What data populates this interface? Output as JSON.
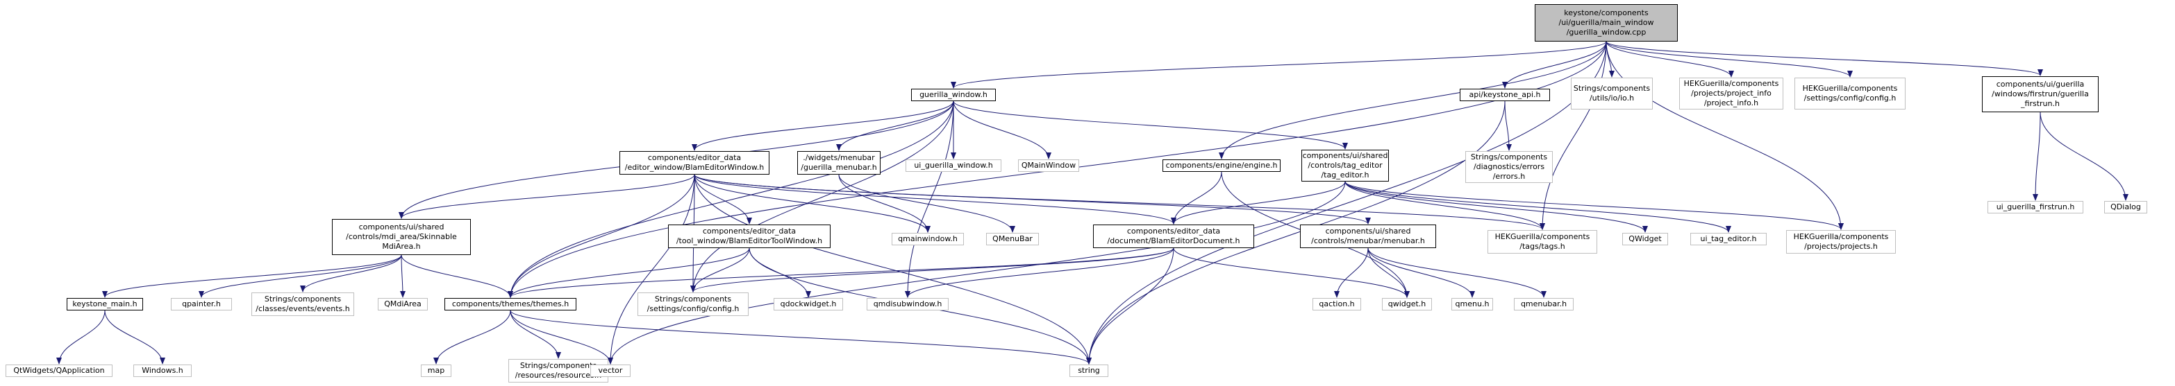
{
  "diagram": {
    "nodes": [
      {
        "id": "root",
        "kind": "root",
        "lines": [
          "keystone/components",
          "/ui/guerilla/main_window",
          "/guerilla_window.cpp"
        ]
      },
      {
        "id": "guerilla_window_h",
        "kind": "local",
        "lines": [
          "guerilla_window.h"
        ]
      },
      {
        "id": "keystone_api_h",
        "kind": "local",
        "lines": [
          "api/keystone_api.h"
        ]
      },
      {
        "id": "iolo_h",
        "kind": "system",
        "lines": [
          "Strings/components",
          "/utils/io/io.h"
        ]
      },
      {
        "id": "project_info_h",
        "kind": "system",
        "lines": [
          "HEKGuerilla/components",
          "/projects/project_info",
          "/project_info.h"
        ]
      },
      {
        "id": "settings_config_h",
        "kind": "system",
        "lines": [
          "HEKGuerilla/components",
          "/settings/config/config.h"
        ]
      },
      {
        "id": "guerilla_firstrun_h",
        "kind": "local",
        "lines": [
          "components/ui/guerilla",
          "/windows/firstrun/guerilla",
          "_firstrun.h"
        ]
      },
      {
        "id": "errors_h",
        "kind": "system",
        "lines": [
          "Strings/components",
          "/diagnostics/errors",
          "/errors.h"
        ]
      },
      {
        "id": "ui_guerilla_firstrun_h",
        "kind": "system",
        "lines": [
          "ui_guerilla_firstrun.h"
        ]
      },
      {
        "id": "qdialog",
        "kind": "system",
        "lines": [
          "QDialog"
        ]
      },
      {
        "id": "blam_editor_window_h",
        "kind": "local",
        "lines": [
          "components/editor_data",
          "/editor_window/BlamEditorWindow.h"
        ]
      },
      {
        "id": "guerilla_menubar_h",
        "kind": "local",
        "lines": [
          "./widgets/menubar",
          "/guerilla_menubar.h"
        ]
      },
      {
        "id": "ui_guerilla_window_h",
        "kind": "system",
        "lines": [
          "ui_guerilla_window.h"
        ]
      },
      {
        "id": "qmainwindow_cls",
        "kind": "system",
        "lines": [
          "QMainWindow"
        ]
      },
      {
        "id": "engine_h",
        "kind": "local",
        "lines": [
          "components/engine/engine.h"
        ]
      },
      {
        "id": "tag_editor_h",
        "kind": "local",
        "lines": [
          "components/ui/shared",
          "/controls/tag_editor",
          "/tag_editor.h"
        ]
      },
      {
        "id": "skinnable_mdi_area_h",
        "kind": "local",
        "lines": [
          "components/ui/shared",
          "/controls/mdi_area/Skinnable",
          "MdiArea.h"
        ]
      },
      {
        "id": "blam_editor_tool_window_h",
        "kind": "local",
        "lines": [
          "components/editor_data",
          "/tool_window/BlamEditorToolWindow.h"
        ]
      },
      {
        "id": "qmainwindow_h",
        "kind": "system",
        "lines": [
          "qmainwindow.h"
        ]
      },
      {
        "id": "qmenubar_cls",
        "kind": "system",
        "lines": [
          "QMenuBar"
        ]
      },
      {
        "id": "blam_editor_document_h",
        "kind": "local",
        "lines": [
          "components/editor_data",
          "/document/BlamEditorDocument.h"
        ]
      },
      {
        "id": "menubar_h",
        "kind": "local",
        "lines": [
          "components/ui/shared",
          "/controls/menubar/menubar.h"
        ]
      },
      {
        "id": "tags_h",
        "kind": "system",
        "lines": [
          "HEKGuerilla/components",
          "/tags/tags.h"
        ]
      },
      {
        "id": "qwidget_cls",
        "kind": "system",
        "lines": [
          "QWidget"
        ]
      },
      {
        "id": "ui_tag_editor_h",
        "kind": "system",
        "lines": [
          "ui_tag_editor.h"
        ]
      },
      {
        "id": "projects_h",
        "kind": "system",
        "lines": [
          "HEKGuerilla/components",
          "/projects/projects.h"
        ]
      },
      {
        "id": "keystone_main_h",
        "kind": "local",
        "lines": [
          "keystone_main.h"
        ]
      },
      {
        "id": "qpainter_h",
        "kind": "system",
        "lines": [
          "qpainter.h"
        ]
      },
      {
        "id": "events_h",
        "kind": "system",
        "lines": [
          "Strings/components",
          "/classes/events/events.h"
        ]
      },
      {
        "id": "qmdiarea",
        "kind": "system",
        "lines": [
          "QMdiArea"
        ]
      },
      {
        "id": "themes_h",
        "kind": "local",
        "lines": [
          "components/themes/themes.h"
        ]
      },
      {
        "id": "string_config_h",
        "kind": "system",
        "lines": [
          "Strings/components",
          "/settings/config/config.h"
        ]
      },
      {
        "id": "qdockwidget_h",
        "kind": "system",
        "lines": [
          "qdockwidget.h"
        ]
      },
      {
        "id": "qmdisubwindow_h",
        "kind": "system",
        "lines": [
          "qmdisubwindow.h"
        ]
      },
      {
        "id": "qaction_h",
        "kind": "system",
        "lines": [
          "qaction.h"
        ]
      },
      {
        "id": "qwidget_h",
        "kind": "system",
        "lines": [
          "qwidget.h"
        ]
      },
      {
        "id": "qmenu_h",
        "kind": "system",
        "lines": [
          "qmenu.h"
        ]
      },
      {
        "id": "qmenubar_h",
        "kind": "system",
        "lines": [
          "qmenubar.h"
        ]
      },
      {
        "id": "qtwidgets_qapplication",
        "kind": "system",
        "lines": [
          "QtWidgets/QApplication"
        ]
      },
      {
        "id": "windows_h",
        "kind": "system",
        "lines": [
          "Windows.h"
        ]
      },
      {
        "id": "map",
        "kind": "system",
        "lines": [
          "map"
        ]
      },
      {
        "id": "resources_h",
        "kind": "system",
        "lines": [
          "Strings/components",
          "/resources/resources.h"
        ]
      },
      {
        "id": "vector",
        "kind": "system",
        "lines": [
          "vector"
        ]
      },
      {
        "id": "string",
        "kind": "system",
        "lines": [
          "string"
        ]
      }
    ],
    "edges": [
      [
        "root",
        "guerilla_window_h"
      ],
      [
        "root",
        "keystone_api_h"
      ],
      [
        "root",
        "iolo_h"
      ],
      [
        "root",
        "project_info_h"
      ],
      [
        "root",
        "settings_config_h"
      ],
      [
        "root",
        "guerilla_firstrun_h"
      ],
      [
        "root",
        "engine_h"
      ],
      [
        "root",
        "tags_h"
      ],
      [
        "root",
        "projects_h"
      ],
      [
        "root",
        "themes_h"
      ],
      [
        "root",
        "string"
      ],
      [
        "keystone_api_h",
        "errors_h"
      ],
      [
        "keystone_api_h",
        "string"
      ],
      [
        "guerilla_firstrun_h",
        "ui_guerilla_firstrun_h"
      ],
      [
        "guerilla_firstrun_h",
        "qdialog"
      ],
      [
        "guerilla_window_h",
        "blam_editor_window_h"
      ],
      [
        "guerilla_window_h",
        "guerilla_menubar_h"
      ],
      [
        "guerilla_window_h",
        "ui_guerilla_window_h"
      ],
      [
        "guerilla_window_h",
        "qmainwindow_cls"
      ],
      [
        "guerilla_window_h",
        "tag_editor_h"
      ],
      [
        "guerilla_window_h",
        "skinnable_mdi_area_h"
      ],
      [
        "guerilla_window_h",
        "themes_h"
      ],
      [
        "guerilla_window_h",
        "string_config_h"
      ],
      [
        "guerilla_window_h",
        "qmdisubwindow_h"
      ],
      [
        "blam_editor_window_h",
        "skinnable_mdi_area_h"
      ],
      [
        "blam_editor_window_h",
        "blam_editor_tool_window_h"
      ],
      [
        "blam_editor_window_h",
        "qmainwindow_h"
      ],
      [
        "blam_editor_window_h",
        "blam_editor_document_h"
      ],
      [
        "blam_editor_window_h",
        "menubar_h"
      ],
      [
        "blam_editor_window_h",
        "tags_h"
      ],
      [
        "blam_editor_window_h",
        "themes_h"
      ],
      [
        "blam_editor_window_h",
        "string_config_h"
      ],
      [
        "blam_editor_window_h",
        "vector"
      ],
      [
        "blam_editor_window_h",
        "string"
      ],
      [
        "guerilla_menubar_h",
        "qmainwindow_h"
      ],
      [
        "guerilla_menubar_h",
        "qmenubar_cls"
      ],
      [
        "engine_h",
        "blam_editor_document_h"
      ],
      [
        "engine_h",
        "qwidget_h"
      ],
      [
        "tag_editor_h",
        "blam_editor_document_h"
      ],
      [
        "tag_editor_h",
        "tags_h"
      ],
      [
        "tag_editor_h",
        "qwidget_cls"
      ],
      [
        "tag_editor_h",
        "ui_tag_editor_h"
      ],
      [
        "tag_editor_h",
        "projects_h"
      ],
      [
        "tag_editor_h",
        "vector"
      ],
      [
        "skinnable_mdi_area_h",
        "keystone_main_h"
      ],
      [
        "skinnable_mdi_area_h",
        "qpainter_h"
      ],
      [
        "skinnable_mdi_area_h",
        "events_h"
      ],
      [
        "skinnable_mdi_area_h",
        "qmdiarea"
      ],
      [
        "skinnable_mdi_area_h",
        "themes_h"
      ],
      [
        "blam_editor_tool_window_h",
        "themes_h"
      ],
      [
        "blam_editor_tool_window_h",
        "string_config_h"
      ],
      [
        "blam_editor_tool_window_h",
        "qdockwidget_h"
      ],
      [
        "blam_editor_tool_window_h",
        "string"
      ],
      [
        "blam_editor_document_h",
        "themes_h"
      ],
      [
        "blam_editor_document_h",
        "string_config_h"
      ],
      [
        "blam_editor_document_h",
        "qmdisubwindow_h"
      ],
      [
        "blam_editor_document_h",
        "qwidget_h"
      ],
      [
        "blam_editor_document_h",
        "string"
      ],
      [
        "menubar_h",
        "qaction_h"
      ],
      [
        "menubar_h",
        "qwidget_h"
      ],
      [
        "menubar_h",
        "qmenu_h"
      ],
      [
        "menubar_h",
        "qmenubar_h"
      ],
      [
        "keystone_main_h",
        "qtwidgets_qapplication"
      ],
      [
        "keystone_main_h",
        "windows_h"
      ],
      [
        "themes_h",
        "map"
      ],
      [
        "themes_h",
        "resources_h"
      ],
      [
        "themes_h",
        "vector"
      ],
      [
        "themes_h",
        "string"
      ]
    ]
  }
}
